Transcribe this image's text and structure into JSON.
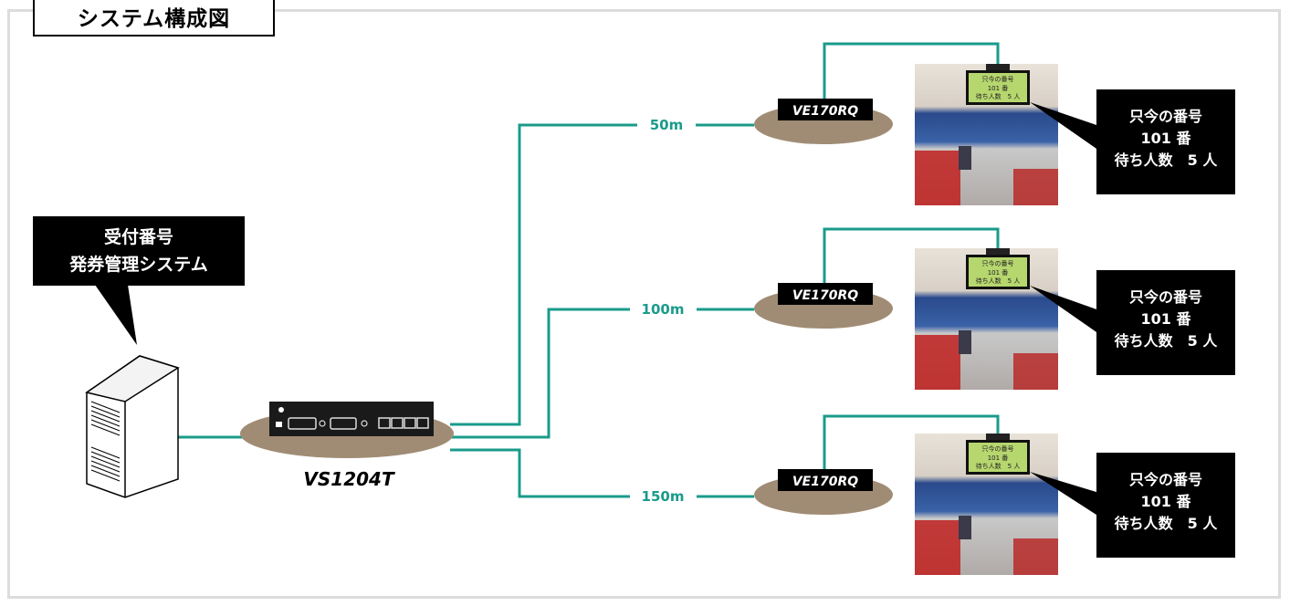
{
  "title": "システム構成図",
  "system": {
    "line1": "受付番号",
    "line2": "発券管理システム"
  },
  "hub": {
    "model": "VS1204T"
  },
  "branches": [
    {
      "distance": "50m",
      "receiver": "VE170RQ",
      "display": {
        "line1": "只今の番号",
        "line2": "101 番",
        "line3": "待ち人数　5 人"
      },
      "bubble": {
        "line1": "只今の番号",
        "line2": "101 番",
        "line3": "待ち人数　5 人"
      }
    },
    {
      "distance": "100m",
      "receiver": "VE170RQ",
      "display": {
        "line1": "只今の番号",
        "line2": "101 番",
        "line3": "待ち人数　5 人"
      },
      "bubble": {
        "line1": "只今の番号",
        "line2": "101 番",
        "line3": "待ち人数　5 人"
      }
    },
    {
      "distance": "150m",
      "receiver": "VE170RQ",
      "display": {
        "line1": "只今の番号",
        "line2": "101 番",
        "line3": "待ち人数　5 人"
      },
      "bubble": {
        "line1": "只今の番号",
        "line2": "101 番",
        "line3": "待ち人数　5 人"
      }
    }
  ],
  "colors": {
    "cable": "#1a9b8b",
    "ellipse": "#a08c74",
    "label_bg": "#000000",
    "lcd": "#b6d66e",
    "frame": "#dcdcdc"
  }
}
